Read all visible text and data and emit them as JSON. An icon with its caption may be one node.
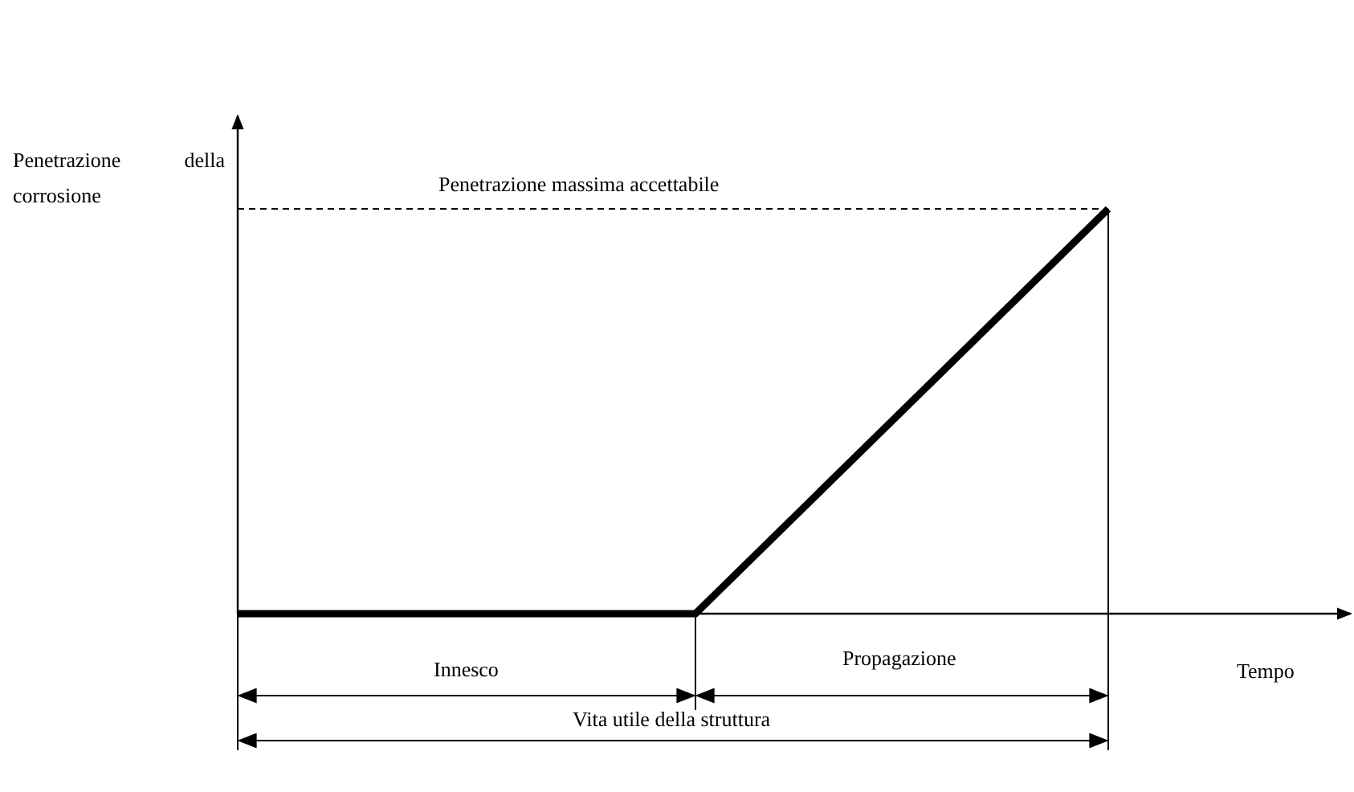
{
  "diagram": {
    "labels": [
      "Penetrazione della corrosione",
      "Penetrazione massima accettabile",
      "Innesco",
      "Propagazione",
      "Tempo",
      "Vita utile della struttura"
    ]
  }
}
